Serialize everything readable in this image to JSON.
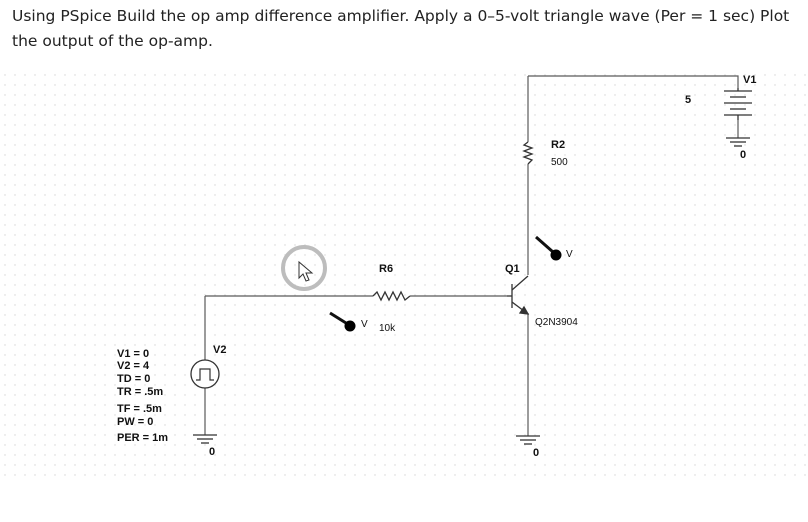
{
  "question": "Using PSpice Build the op amp difference amplifier.  Apply a 0–5-volt triangle wave (Per = 1 sec) Plot the output of the op-amp.",
  "schematic": {
    "v1": {
      "name": "V1",
      "value": "5",
      "ground": "0"
    },
    "r2": {
      "name": "R2",
      "value": "500"
    },
    "q1": {
      "name": "Q1",
      "model": "Q2N3904",
      "probe": "V"
    },
    "r6": {
      "name": "R6",
      "value": "10k",
      "probe": "V"
    },
    "v2": {
      "name": "V2",
      "ground": "0",
      "params": [
        "V1 = 0",
        "V2 = 4",
        "TD = 0",
        "TR = .5m",
        "TF = .5m",
        "PW = 0",
        "PER = 1m"
      ]
    },
    "q1_ground": "0",
    "colors": {
      "wire": "#5a5a5a",
      "grid": "#d8d8d8",
      "probe": "#000000",
      "cursor_ring": "#bdbdbd"
    }
  }
}
